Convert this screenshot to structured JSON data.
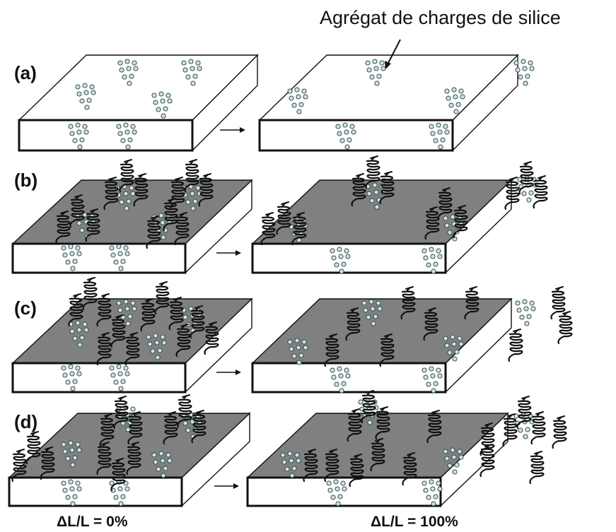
{
  "annotation": "Agrégat de charges de silice",
  "rows": [
    {
      "label": "(a)",
      "has_polymer": false
    },
    {
      "label": "(b)",
      "has_polymer": true
    },
    {
      "label": "(c)",
      "has_polymer": true
    },
    {
      "label": "(d)",
      "has_polymer": true
    }
  ],
  "strain_labels": {
    "left": "ΔL/L = 0%",
    "right": "ΔL/L = 100%"
  },
  "colors": {
    "outline": "#111111",
    "top_face_a": "#ffffff",
    "top_face_gray": "#808080",
    "front_face": "#ffffff",
    "silica_particle": "#c8e4e4",
    "polymer_coil": "#111111"
  }
}
